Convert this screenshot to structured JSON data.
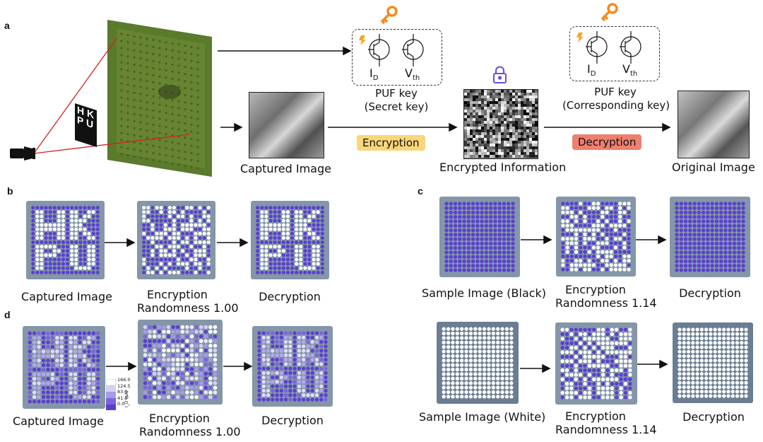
{
  "panels": {
    "a": "a",
    "b": "b",
    "c": "c",
    "d": "d"
  },
  "panel_a": {
    "chip_letters": [
      "H",
      "K",
      "P",
      "U"
    ],
    "puf_key_1": {
      "line1": "PUF key",
      "line2": "(Secret key)",
      "id_label": "I",
      "id_sub": "D",
      "vth_label": "V",
      "vth_sub": "th"
    },
    "puf_key_2": {
      "line1": "PUF key",
      "line2": "(Corresponding key)",
      "id_label": "I",
      "id_sub": "D",
      "vth_label": "V",
      "vth_sub": "th"
    },
    "captured_label": "Captured Image",
    "encrypted_label": "Encrypted Information",
    "original_label": "Original Image",
    "encryption_tag": "Encryption",
    "decryption_tag": "Decryption",
    "colors": {
      "encryption_tag": "#f9d67a",
      "decryption_tag": "#ef7f6e",
      "key": "#f28c1e",
      "lock": "#6b4fd8",
      "beam": "#d62020"
    }
  },
  "panel_b": {
    "captured_label": "Captured Image",
    "encryption_label": "Encryption",
    "randomness_label": "Randomness 1.00",
    "decryption_label": "Decryption"
  },
  "panel_c": {
    "row1": {
      "sample_label": "Sample Image (Black)",
      "encryption_label": "Encryption",
      "randomness_label": "Randomness 1.14",
      "decryption_label": "Decryption"
    },
    "row2": {
      "sample_label": "Sample Image (White)",
      "encryption_label": "Encryption",
      "randomness_label": "Randomness 1.14",
      "decryption_label": "Decryption"
    }
  },
  "panel_d": {
    "captured_label": "Captured Image",
    "encryption_label": "Encryption",
    "randomness_label": "Randomness 1.00",
    "decryption_label": "Decryption",
    "colorbar": {
      "ticks": [
        "166.0",
        "124.5",
        "83.0",
        "41.5",
        "0.0"
      ],
      "axis_label": "I_D (μA)"
    }
  },
  "colors": {
    "dot_on": "#5a3fd0",
    "dot_off": "#ffffff",
    "grid_frame": "#8496a8",
    "grid_frame_dark": "#6a7d92"
  }
}
